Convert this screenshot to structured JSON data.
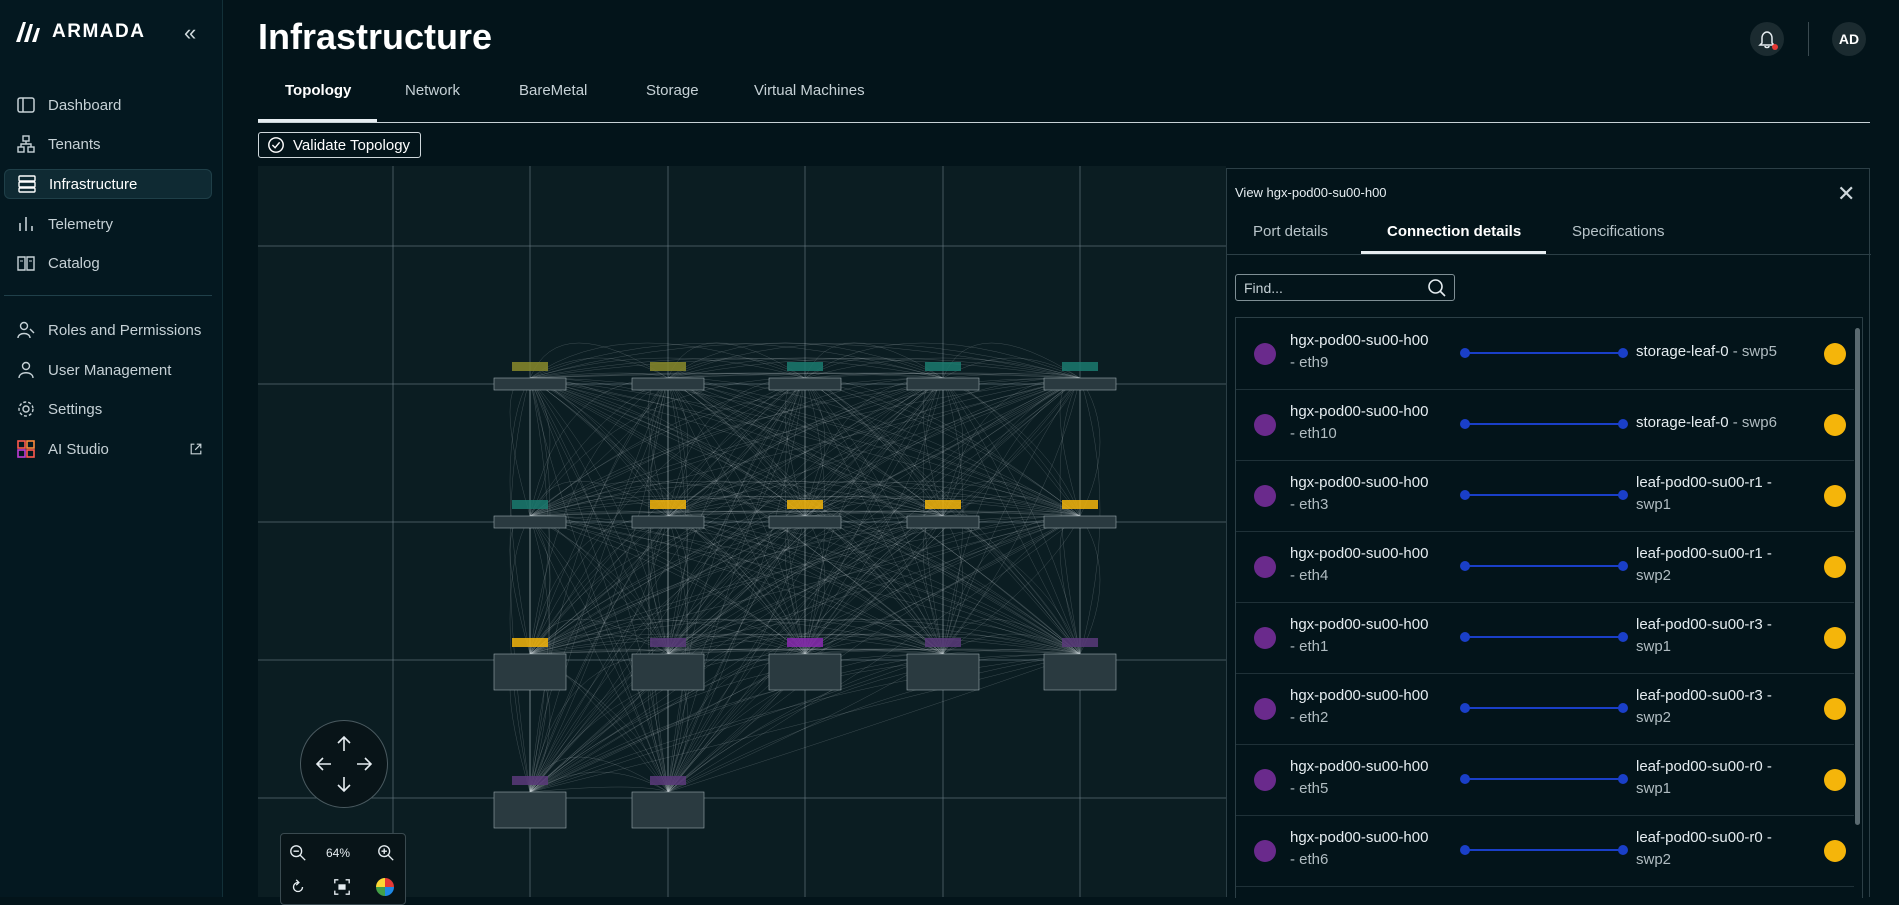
{
  "brand": {
    "name": "ARMADA"
  },
  "sidebar": {
    "items": [
      {
        "label": "Dashboard",
        "icon": "dashboard-icon"
      },
      {
        "label": "Tenants",
        "icon": "tenants-icon"
      },
      {
        "label": "Infrastructure",
        "icon": "server-icon",
        "active": true
      },
      {
        "label": "Telemetry",
        "icon": "chart-icon"
      },
      {
        "label": "Catalog",
        "icon": "catalog-icon"
      },
      {
        "label": "Roles and Permissions",
        "icon": "roles-icon"
      },
      {
        "label": "User Management",
        "icon": "user-icon"
      },
      {
        "label": "Settings",
        "icon": "gear-icon"
      },
      {
        "label": "AI Studio",
        "icon": "ai-studio-icon"
      }
    ]
  },
  "header": {
    "title": "Infrastructure",
    "avatar": "AD"
  },
  "tabs": [
    "Topology",
    "Network",
    "BareMetal",
    "Storage",
    "Virtual Machines"
  ],
  "toolbar": {
    "validate_label": "Validate Topology"
  },
  "canvas": {
    "zoom": "64%"
  },
  "panel": {
    "title": "View hgx-pod00-su00-h00",
    "tabs": [
      "Port details",
      "Connection details",
      "Specifications"
    ],
    "find_placeholder": "Find...",
    "colors": {
      "source": "#6a2a8c",
      "target": "#f5b50a",
      "link": "#1a3fc8"
    },
    "connections": [
      {
        "src": "hgx-pod00-su00-h00",
        "src_port": "- eth9",
        "dst": "storage-leaf-0",
        "dst_port": "- swp5"
      },
      {
        "src": "hgx-pod00-su00-h00",
        "src_port": "- eth10",
        "dst": "storage-leaf-0",
        "dst_port": "- swp6"
      },
      {
        "src": "hgx-pod00-su00-h00",
        "src_port": "- eth3",
        "dst": "leaf-pod00-su00-r1 -",
        "dst_port": "swp1"
      },
      {
        "src": "hgx-pod00-su00-h00",
        "src_port": "- eth4",
        "dst": "leaf-pod00-su00-r1 -",
        "dst_port": "swp2"
      },
      {
        "src": "hgx-pod00-su00-h00",
        "src_port": "- eth1",
        "dst": "leaf-pod00-su00-r3 -",
        "dst_port": "swp1"
      },
      {
        "src": "hgx-pod00-su00-h00",
        "src_port": "- eth2",
        "dst": "leaf-pod00-su00-r3 -",
        "dst_port": "swp2"
      },
      {
        "src": "hgx-pod00-su00-h00",
        "src_port": "- eth5",
        "dst": "leaf-pod00-su00-r0 -",
        "dst_port": "swp1"
      },
      {
        "src": "hgx-pod00-su00-h00",
        "src_port": "- eth6",
        "dst": "leaf-pod00-su00-r0 -",
        "dst_port": "swp2"
      }
    ]
  }
}
